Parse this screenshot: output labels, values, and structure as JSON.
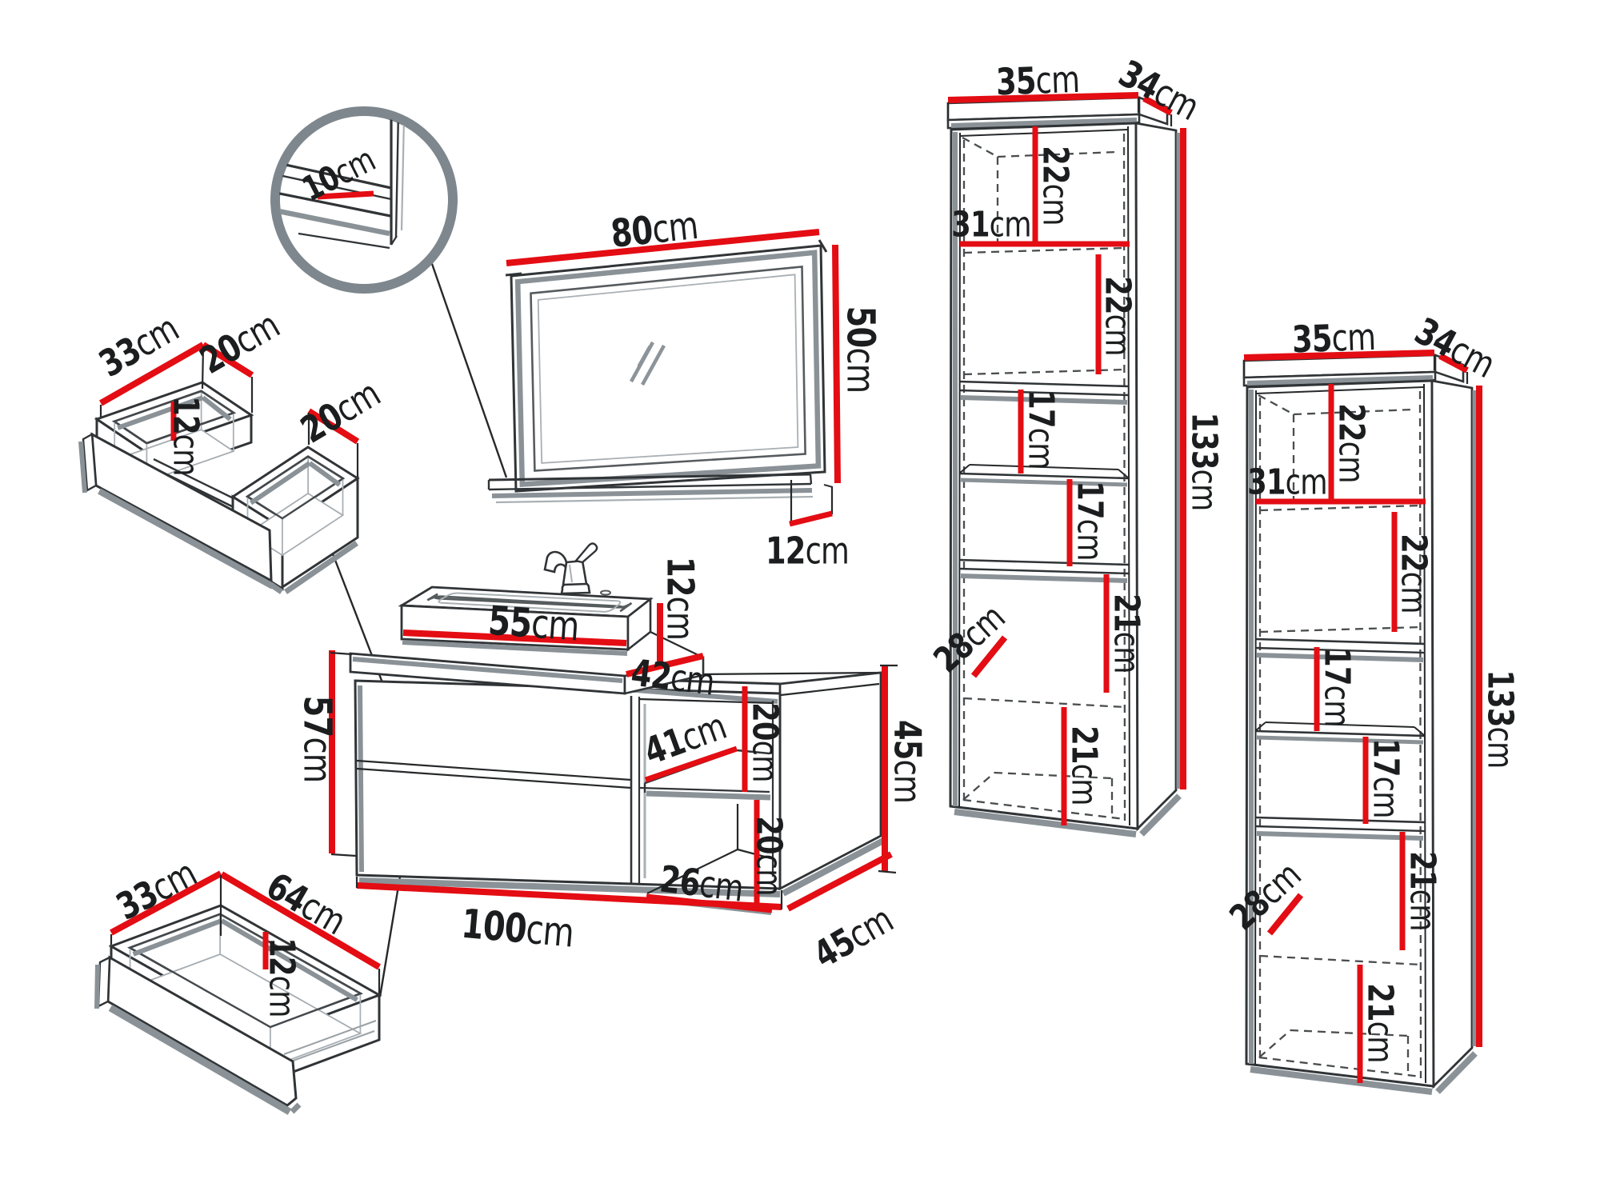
{
  "title": "Bathroom furniture set dimensions diagram",
  "colors": {
    "dimension_red": "#e30d13",
    "line_black": "#303436",
    "shadow_gray": "#8a9297",
    "text_black": "#1b1d1e",
    "background": "#ffffff"
  },
  "detail_circle": {
    "shelf_depth": {
      "value": "10",
      "unit": "cm"
    }
  },
  "mirror": {
    "width": {
      "value": "80",
      "unit": "cm"
    },
    "height": {
      "value": "50",
      "unit": "cm"
    },
    "shelf_depth": {
      "value": "12",
      "unit": "cm"
    }
  },
  "top_drawer": {
    "depth": {
      "value": "33",
      "unit": "cm"
    },
    "left_width": {
      "value": "20",
      "unit": "cm"
    },
    "inner_height": {
      "value": "12",
      "unit": "cm"
    },
    "right_width": {
      "value": "20",
      "unit": "cm"
    }
  },
  "vanity": {
    "sink_width": {
      "value": "55",
      "unit": "cm"
    },
    "sink_height": {
      "value": "12",
      "unit": "cm"
    },
    "platform_depth": {
      "value": "42",
      "unit": "cm"
    },
    "left_height": {
      "value": "57",
      "unit": "cm"
    },
    "shelf_depth": {
      "value": "41",
      "unit": "cm"
    },
    "upper_shelf_height": {
      "value": "20",
      "unit": "cm"
    },
    "lower_shelf_height": {
      "value": "20",
      "unit": "cm"
    },
    "niche_width": {
      "value": "26",
      "unit": "cm"
    },
    "width": {
      "value": "100",
      "unit": "cm"
    },
    "depth": {
      "value": "45",
      "unit": "cm"
    },
    "right_height": {
      "value": "45",
      "unit": "cm"
    }
  },
  "bottom_drawer": {
    "depth": {
      "value": "33",
      "unit": "cm"
    },
    "width": {
      "value": "64",
      "unit": "cm"
    },
    "inner_height": {
      "value": "12",
      "unit": "cm"
    }
  },
  "tall_cabinet": {
    "width": {
      "value": "35",
      "unit": "cm"
    },
    "depth": {
      "value": "34",
      "unit": "cm"
    },
    "height": {
      "value": "133",
      "unit": "cm"
    },
    "top_recess_height": {
      "value": "22",
      "unit": "cm"
    },
    "shelf_width": {
      "value": "31",
      "unit": "cm"
    },
    "upper_door_height": {
      "value": "22",
      "unit": "cm"
    },
    "mid_shelf_height_1": {
      "value": "17",
      "unit": "cm"
    },
    "mid_shelf_height_2": {
      "value": "17",
      "unit": "cm"
    },
    "lower_door_height_1": {
      "value": "21",
      "unit": "cm"
    },
    "inner_depth": {
      "value": "28",
      "unit": "cm"
    },
    "lower_door_height_2": {
      "value": "21",
      "unit": "cm"
    }
  }
}
